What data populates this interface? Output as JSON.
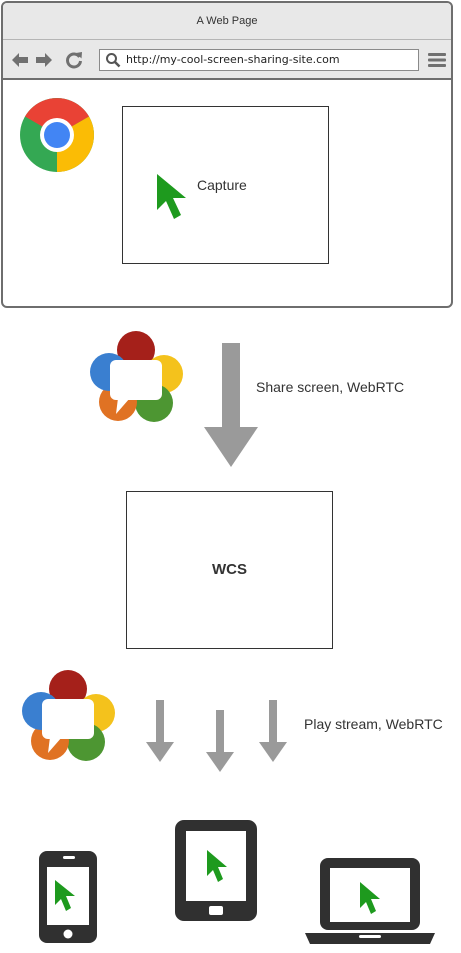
{
  "browser": {
    "window_title": "A Web Page",
    "url": "http://my-cool-screen-sharing-site.com",
    "nav_icons": [
      "back-arrow-icon",
      "forward-arrow-icon",
      "reload-icon",
      "search-icon",
      "menu-icon"
    ],
    "capture_label": "Capture"
  },
  "share_label": "Share screen, WebRTC",
  "server_label": "WCS",
  "play_label": "Play stream, WebRTC",
  "devices": [
    "phone",
    "tablet",
    "laptop"
  ],
  "colors": {
    "cursor": "#1e9a1e",
    "arrow": "#9a9a9a",
    "device": "#303030",
    "chrome_red": "#e94235",
    "chrome_yellow": "#fbbc05",
    "chrome_green": "#34a853",
    "chrome_blue": "#4285f4",
    "webrtc_red": "#a5201a",
    "webrtc_yellow": "#f4c21c",
    "webrtc_green": "#4d9632",
    "webrtc_orange": "#e07223",
    "webrtc_blue": "#3a7fd0"
  }
}
